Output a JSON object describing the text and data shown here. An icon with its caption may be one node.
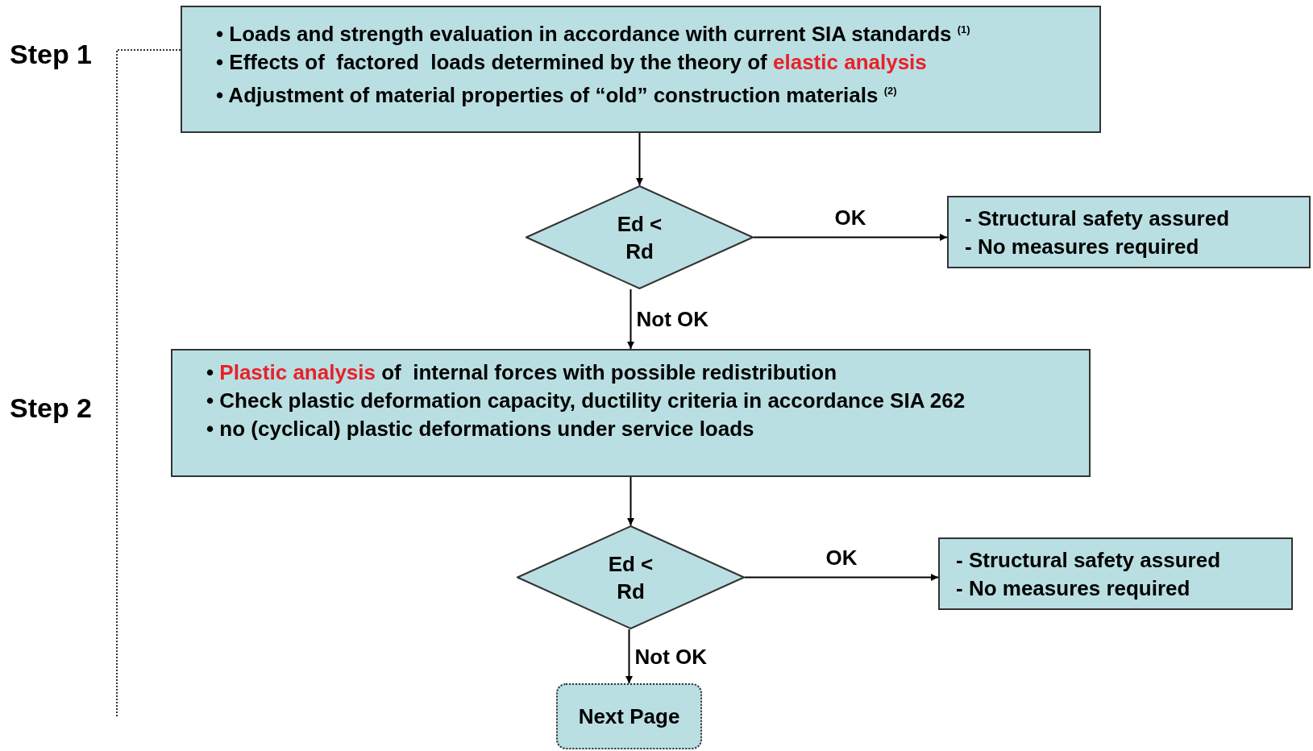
{
  "diagram": {
    "nodes": [
      {
        "text": [
          "• Loads and strength evaluation in accordance with current SIA standards $^{(1)}$",
          "• Effects of  factored  loads determined by the theory of *elastic analysis*",
          "• Adjustment of material properties of “old” construction materials $^{(2)}$"
        ]
      },
      {
        "text": [
          "Ed < Rd"
        ]
      },
      {
        "text": [
          "- Structural safety assured",
          "-  No measures required"
        ]
      },
      {
        "text": [
          "• *Plastic analysis* of  internal forces with possible redistribution",
          "• Check plastic deformation capacity, ductility criteria in accordance SIA 262",
          "• no (cyclical) plastic deformations under service loads"
        ]
      },
      {
        "text": [
          "Ed < Rd"
        ]
      },
      {
        "text": [
          "-  Structural safety assured",
          "-  No measures required"
        ]
      },
      {
        "text": [
          "Next Page"
        ]
      }
    ],
    "edges": [
      {
        "from": 0,
        "to": 1,
        "arrow": "to"
      },
      {
        "from": 1,
        "to": 2,
        "arrow": "to",
        "label": "OK"
      },
      {
        "from": 1,
        "to": 3,
        "arrow": "to",
        "label": "Not OK"
      },
      {
        "from": 3,
        "to": 4,
        "arrow": "to"
      },
      {
        "from": 4,
        "to": 5,
        "arrow": "to",
        "label": "OK"
      },
      {
        "from": 4,
        "to": 6,
        "arrow": "to",
        "label": "Not OK"
      }
    ],
    "labels": [
      "Step 1",
      "Step 2"
    ]
  }
}
